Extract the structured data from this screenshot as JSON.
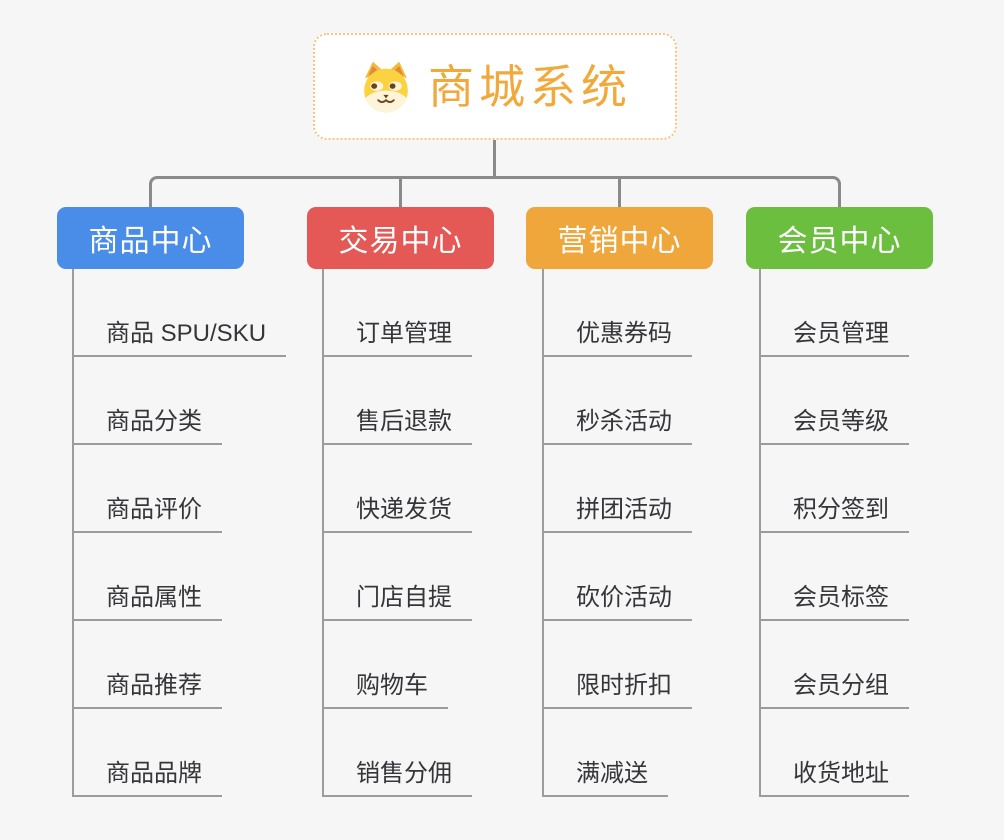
{
  "app": {
    "type": "mind-map-canvas",
    "background_color": "#f5f6f5"
  },
  "root": {
    "title": "商城系统",
    "icon": "doge-dog-icon",
    "title_color": "#f2a93c",
    "border_color": "#f2c585"
  },
  "branches": [
    {
      "label": "商品中心",
      "color": "#4a8de8",
      "children": [
        "商品 SPU/SKU",
        "商品分类",
        "商品评价",
        "商品属性",
        "商品推荐",
        "商品品牌"
      ]
    },
    {
      "label": "交易中心",
      "color": "#e45955",
      "children": [
        "订单管理",
        "售后退款",
        "快递发货",
        "门店自提",
        "购物车",
        "销售分佣"
      ]
    },
    {
      "label": "营销中心",
      "color": "#efa73c",
      "children": [
        "优惠券码",
        "秒杀活动",
        "拼团活动",
        "砍价活动",
        "限时折扣",
        "满减送"
      ]
    },
    {
      "label": "会员中心",
      "color": "#6cbe3e",
      "children": [
        "会员管理",
        "会员等级",
        "积分签到",
        "会员标签",
        "会员分组",
        "收货地址"
      ]
    }
  ],
  "lines": {
    "root_connector_color": "#8a8a8a",
    "branch_line_color": "#9c9c9c"
  }
}
